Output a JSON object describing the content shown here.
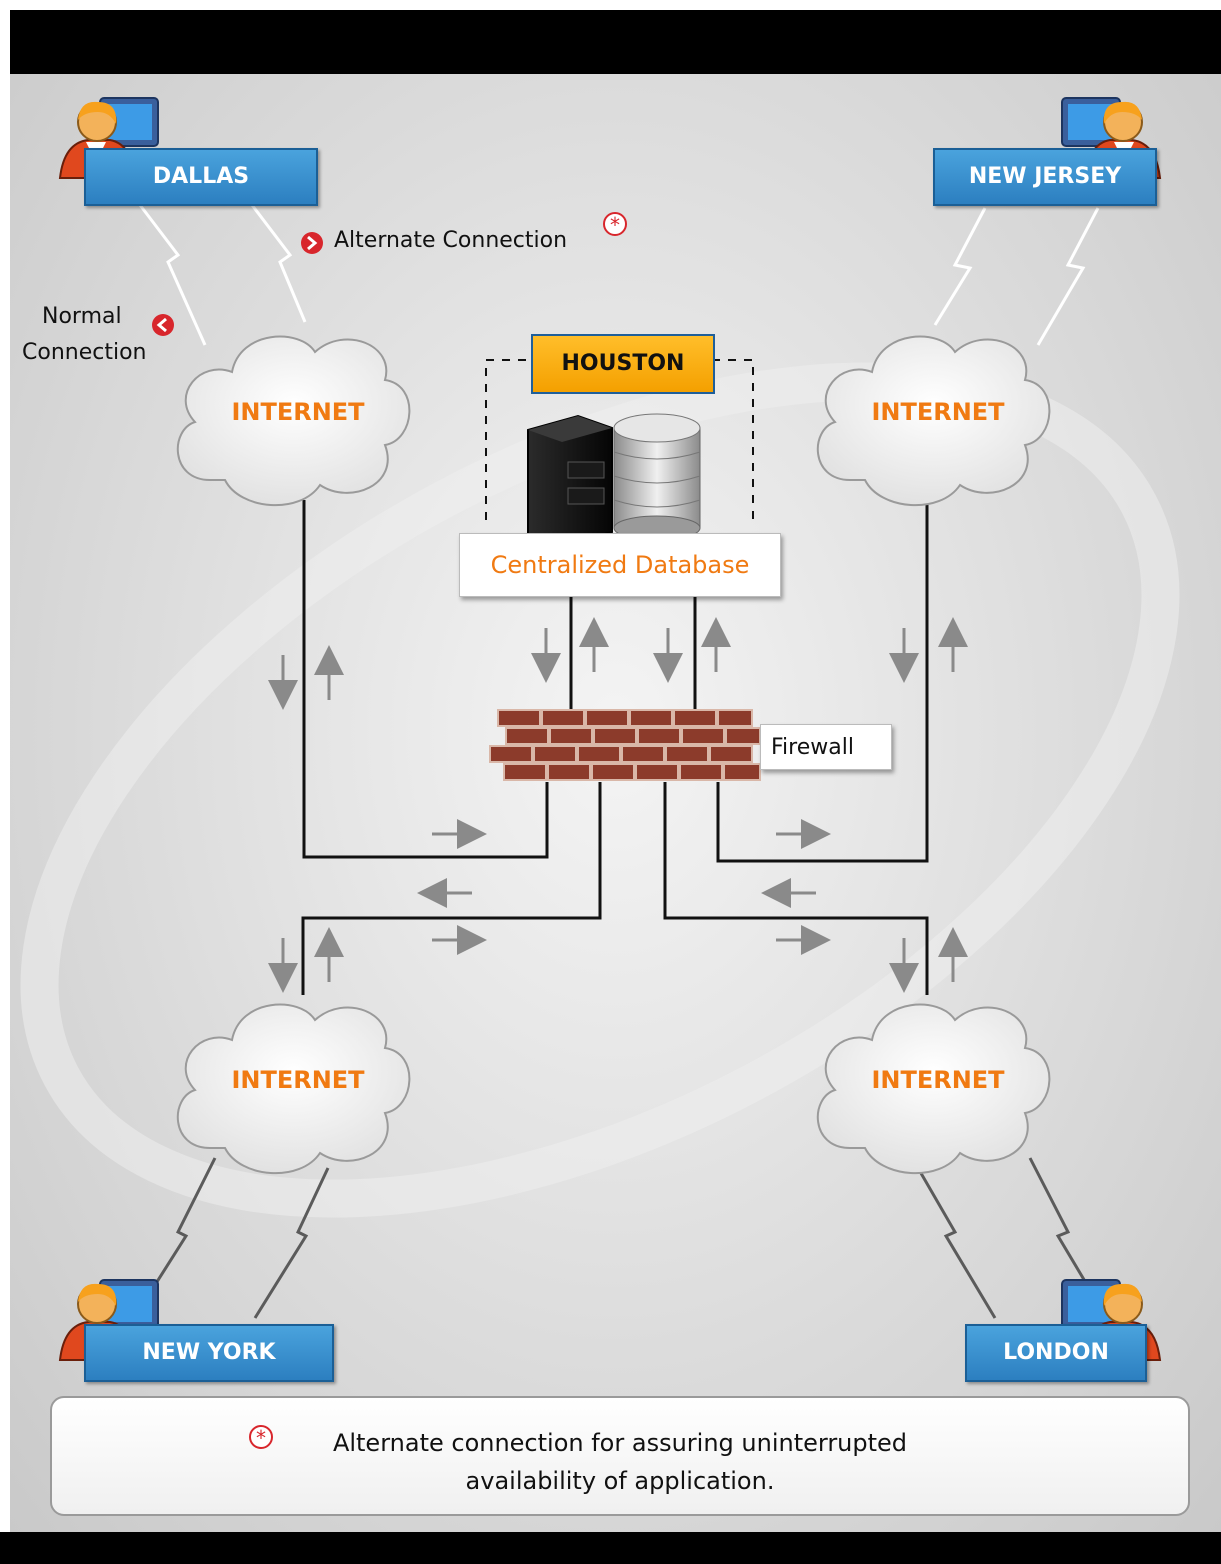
{
  "sites": {
    "dallas": "DALLAS",
    "new_jersey": "NEW JERSEY",
    "new_york": "NEW YORK",
    "london": "LONDON",
    "houston": "HOUSTON"
  },
  "clouds": {
    "top_left": "INTERNET",
    "top_right": "INTERNET",
    "bottom_left": "INTERNET",
    "bottom_right": "INTERNET"
  },
  "labels": {
    "database": "Centralized Database",
    "firewall": "Firewall",
    "alternate_connection": "Alternate Connection",
    "normal_connection_line1": "Normal",
    "normal_connection_line2": "Connection"
  },
  "note": {
    "line1": "Alternate connection for assuring uninterrupted",
    "line2": "availability of application."
  },
  "colors": {
    "label_blue": "#2c7fc0",
    "houston_orange": "#f4a000",
    "accent_orange": "#f07a12",
    "brick_red": "#8c3b2b",
    "marker_red": "#d8262c"
  },
  "icons": {
    "user_workstation": "user-computer-icon",
    "server": "server-icon",
    "database": "database-icon",
    "firewall": "brick-wall-icon",
    "lightning": "lightning-link-icon",
    "asterisk": "asterisk-marker-icon"
  }
}
